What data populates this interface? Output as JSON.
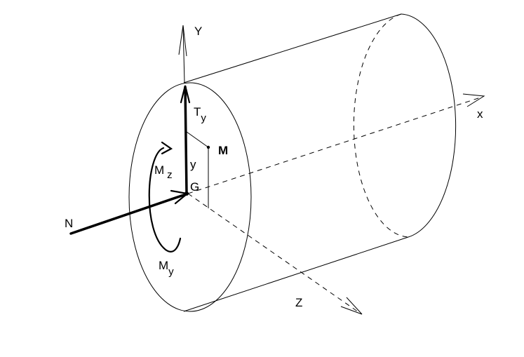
{
  "labels": {
    "y_axis": "Y",
    "x_axis": "x",
    "z_axis": "Z",
    "shear_main": "T",
    "shear_sub": "y",
    "point": "M",
    "ordinate": "y",
    "centroid": "G",
    "normal_force": "N",
    "moment_z_main": "M",
    "moment_z_sub": "z",
    "moment_y_main": "M",
    "moment_y_sub": "y"
  }
}
